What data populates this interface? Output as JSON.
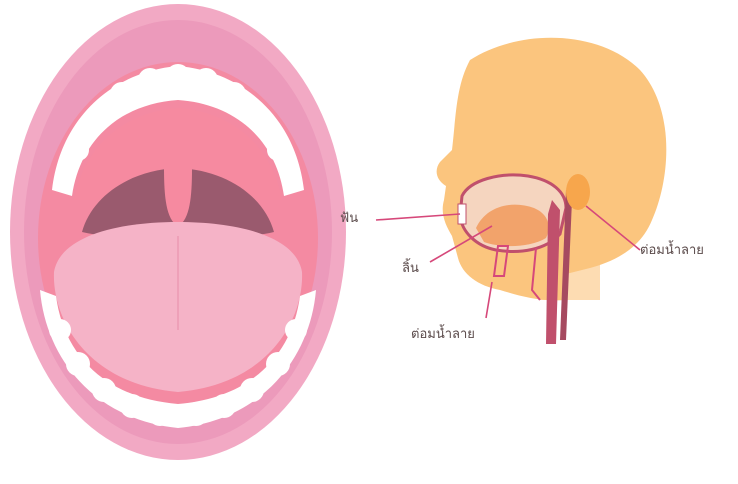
{
  "labels": {
    "teeth": "ฟัน",
    "tongue": "ลิ้น",
    "salivary_gland_right": "ต่อมน้ำลาย",
    "salivary_gland_bottom": "ต่อมน้ำลาย"
  },
  "colors": {
    "lips": "#f2a9c4",
    "lips_dark": "#e58aae",
    "teeth": "#ffffff",
    "palate": "#f58fa4",
    "throat": "#9a5a6e",
    "tongue": "#f5b3c7",
    "head": "#fbc57e",
    "leader_line": "#d6487a",
    "oral_tract": "#c0506c"
  }
}
